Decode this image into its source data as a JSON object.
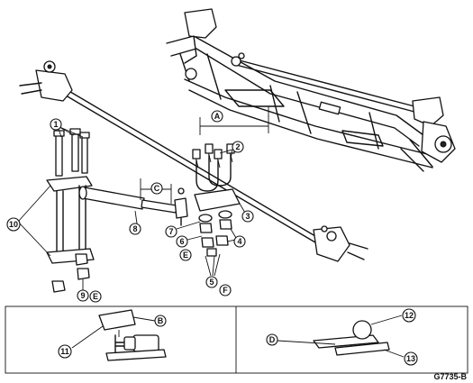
{
  "callouts": {
    "c1": "1",
    "c2": "2",
    "c3": "3",
    "c4": "4",
    "c5": "5",
    "c6": "6",
    "c7": "7",
    "c8": "8",
    "c9": "9",
    "c10": "10",
    "c11": "11",
    "c12": "12",
    "c13": "13",
    "cA": "A",
    "cB": "B",
    "cC": "C",
    "cD": "D",
    "cE1": "E",
    "cE2": "E",
    "cF": "F"
  },
  "figure_code": "G7735-B"
}
